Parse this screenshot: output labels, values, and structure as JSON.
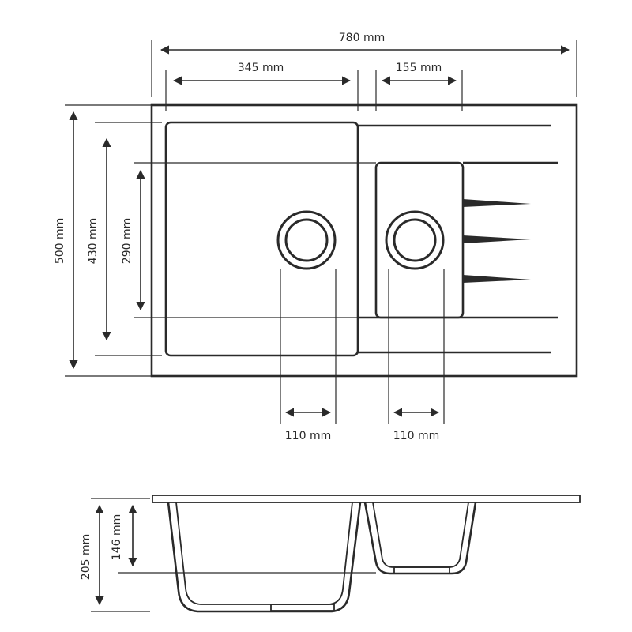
{
  "colors": {
    "line": "#2a2a2a",
    "background": "#ffffff"
  },
  "dimensions": {
    "overall_width": "780 mm",
    "large_bowl_width": "345 mm",
    "small_bowl_width": "155 mm",
    "overall_depth": "500 mm",
    "bowl_outer_depth": "430 mm",
    "small_bowl_depth": "290 mm",
    "large_drain_width": "110 mm",
    "small_drain_width": "110 mm",
    "large_bowl_height": "205 mm",
    "small_bowl_height": "146 mm"
  }
}
